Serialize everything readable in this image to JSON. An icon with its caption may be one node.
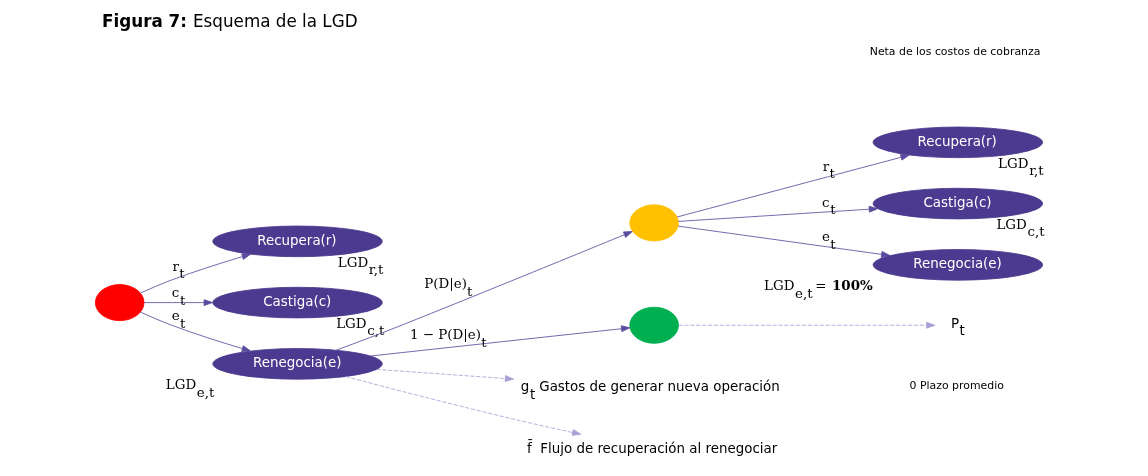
{
  "diagram": {
    "title": "**Figura 7:** Esquema de la LGD",
    "nodes": [
      {
        "text": [],
        "shape": "circle"
      },
      {
        "text": [
          "Recupera(r)"
        ],
        "beside": [
          "LGD$_{r,t}$"
        ]
      },
      {
        "text": [
          "Castiga(c)"
        ],
        "beside": [
          "LGD$_{c,t}$"
        ]
      },
      {
        "text": [
          "Renegocia(e)"
        ],
        "beside": [
          "LGD$_{e,t}$"
        ]
      },
      {
        "text": [],
        "shape": "circle"
      },
      {
        "text": [
          "Recupera(r)"
        ],
        "beside": [
          "LGD$_{r,t}$"
        ]
      },
      {
        "text": [
          "Castiga(c)"
        ],
        "beside": [
          "LGD$_{c,t}$"
        ]
      },
      {
        "text": [
          "Renegocia(e)"
        ],
        "beside": [
          "LGD$_{e,t}$ = **100%**"
        ]
      },
      {
        "text": [],
        "shape": "circle"
      },
      {
        "text": [
          "g$_{t}$",
          "Gastos de generar nueva operación"
        ]
      },
      {
        "text": [
          "f̄",
          "Flujo de recuperación al renegociar"
        ]
      },
      {
        "text": [
          "P$_{t}$"
        ]
      }
    ],
    "edges": [
      {
        "from": 0,
        "to": 1,
        "arrow": "to",
        "label": "r$_{t}$"
      },
      {
        "from": 0,
        "to": 2,
        "arrow": "to",
        "label": "c$_{t}$"
      },
      {
        "from": 0,
        "to": 3,
        "arrow": "to",
        "label": "e$_{t}$"
      },
      {
        "from": 3,
        "to": 4,
        "arrow": "to",
        "label": "P(D|e)$_{t}$"
      },
      {
        "from": 3,
        "to": 8,
        "arrow": "to",
        "label": "1 − P(D|e)$_{t}$"
      },
      {
        "from": 4,
        "to": 5,
        "arrow": "to",
        "label": "r$_{t}$"
      },
      {
        "from": 4,
        "to": 6,
        "arrow": "to",
        "label": "c$_{t}$"
      },
      {
        "from": 4,
        "to": 7,
        "arrow": "to",
        "label": "e$_{t}$"
      },
      {
        "from": 3,
        "to": 9,
        "arrow": "to",
        "style": "dashed",
        "color": "#a9a0d8"
      },
      {
        "from": 3,
        "to": 10,
        "arrow": "to",
        "style": "dashed",
        "color": "#a9a0d8"
      },
      {
        "from": 8,
        "to": 11,
        "arrow": "to",
        "style": "dashed",
        "color": "#a9a0d8"
      }
    ],
    "labels": [
      "Neta de los costos de cobranza",
      "0 Plazo promedio"
    ]
  }
}
